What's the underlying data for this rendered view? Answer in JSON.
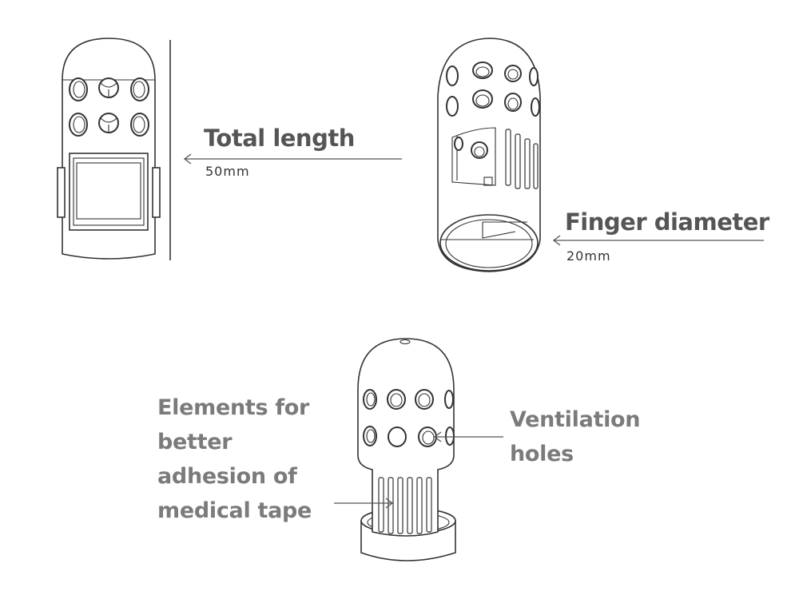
{
  "labels": {
    "total_length_title": "Total length",
    "total_length_value": "50mm",
    "finger_diameter_title": "Finger diameter",
    "finger_diameter_value": "20mm",
    "ventilation_line1": "Ventilation",
    "ventilation_line2": "holes",
    "adhesion_line1": "Elements for",
    "adhesion_line2": "better",
    "adhesion_line3": "adhesion of",
    "adhesion_line4": "medical tape"
  },
  "colors": {
    "outline": "#333333",
    "title_text": "#555555",
    "callout_text": "#7b7b7b"
  }
}
